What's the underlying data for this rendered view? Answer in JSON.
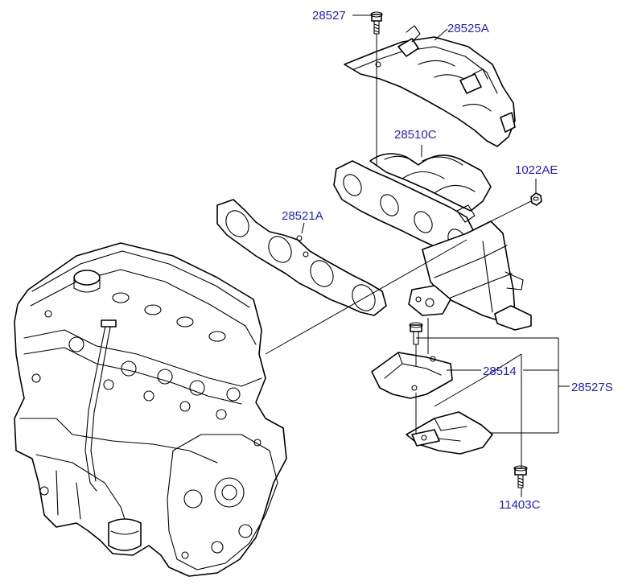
{
  "diagram": {
    "label_color": "#1f1fd0",
    "parts": [
      {
        "id": "heat-protector",
        "label": "28525A"
      },
      {
        "id": "bolt-top",
        "label": "28527"
      },
      {
        "id": "exhaust-manifold",
        "label": "28510C"
      },
      {
        "id": "nut",
        "label": "1022AE"
      },
      {
        "id": "gasket",
        "label": "28521A"
      },
      {
        "id": "stay",
        "label": "28514"
      },
      {
        "id": "stay-set",
        "label": "28527S"
      },
      {
        "id": "bolt-bottom",
        "label": "11403C"
      }
    ]
  }
}
